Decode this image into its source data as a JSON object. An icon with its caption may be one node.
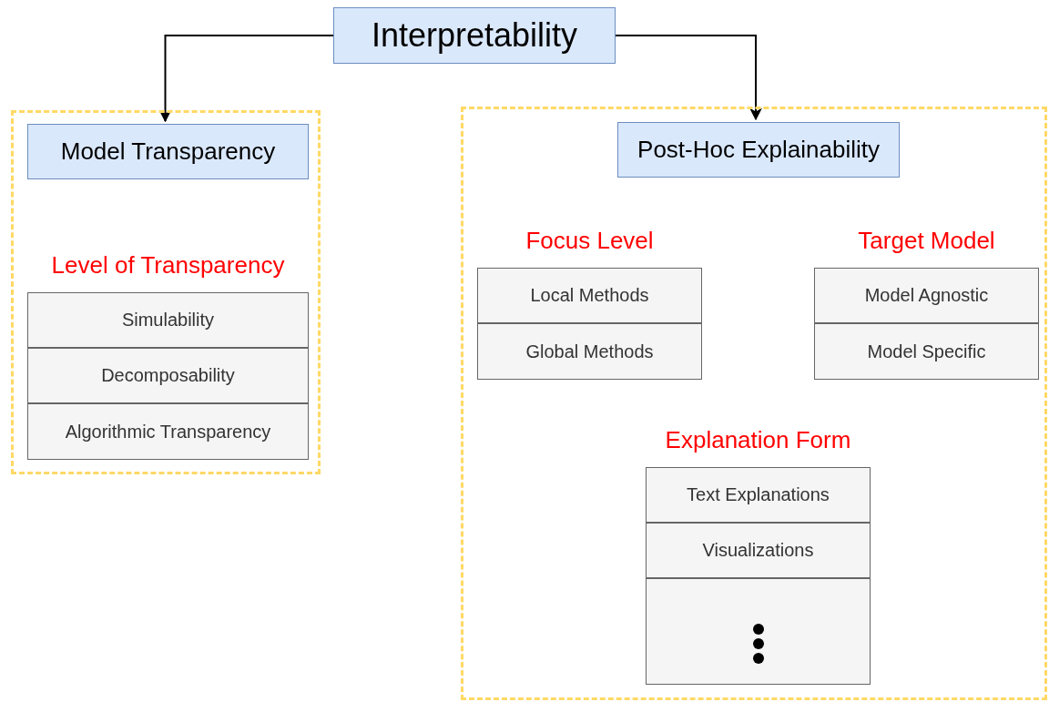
{
  "diagram": {
    "nodes": [
      {
        "text": [
          "Interpretability"
        ]
      },
      {
        "text": [],
        "shape": "box"
      },
      {
        "text": [
          "Model Transparency"
        ],
        "in": 1
      },
      {
        "text": [
          "Level of Transparency"
        ],
        "in": 1
      },
      {
        "text": [
          "Simulability"
        ],
        "in": 3
      },
      {
        "text": [
          "Decomposability"
        ],
        "in": 3
      },
      {
        "text": [
          "Algorithmic Transparency"
        ],
        "in": 3
      },
      {
        "text": [],
        "shape": "box"
      },
      {
        "text": [
          "Post-Hoc Explainability"
        ],
        "in": 7
      },
      {
        "text": [
          "Focus Level"
        ],
        "in": 7
      },
      {
        "text": [
          "Local Methods"
        ],
        "in": 9
      },
      {
        "text": [
          "Global Methods"
        ],
        "in": 9
      },
      {
        "text": [
          "Target Model"
        ],
        "in": 7
      },
      {
        "text": [
          "Model Agnostic"
        ],
        "in": 12
      },
      {
        "text": [
          "Model Specific"
        ],
        "in": 12
      },
      {
        "text": [
          "Explanation Form"
        ],
        "in": 7
      },
      {
        "text": [
          "Text Explanations"
        ],
        "in": 15
      },
      {
        "text": [
          "Visualizations"
        ],
        "in": 15
      },
      {
        "text": [],
        "shape": "box",
        "in": 15
      }
    ],
    "edges": [
      {
        "from": 0,
        "to": 2,
        "arrow": "to"
      },
      {
        "from": 0,
        "to": 8,
        "arrow": "to"
      }
    ]
  }
}
